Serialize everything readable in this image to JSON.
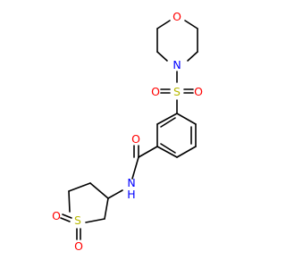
{
  "molecule": {
    "atoms": {
      "morpholine_o": {
        "label": "O",
        "color": "#ff0000"
      },
      "morpholine_n": {
        "label": "N",
        "color": "#0000ff"
      },
      "sulfonyl_s": {
        "label": "S",
        "color": "#b8b800"
      },
      "sulfonyl_o_left": {
        "label": "O",
        "color": "#ff0000"
      },
      "sulfonyl_o_right": {
        "label": "O",
        "color": "#ff0000"
      },
      "carbonyl_o": {
        "label": "O",
        "color": "#ff0000"
      },
      "amide_nh": {
        "label": "N",
        "color": "#0000ff"
      },
      "amide_h": {
        "label": "H",
        "color": "#0000ff"
      },
      "ring_s": {
        "label": "S",
        "color": "#b8b800"
      },
      "ring_so_left": {
        "label": "O",
        "color": "#ff0000"
      },
      "ring_so_bottom": {
        "label": "O",
        "color": "#ff0000"
      }
    }
  }
}
